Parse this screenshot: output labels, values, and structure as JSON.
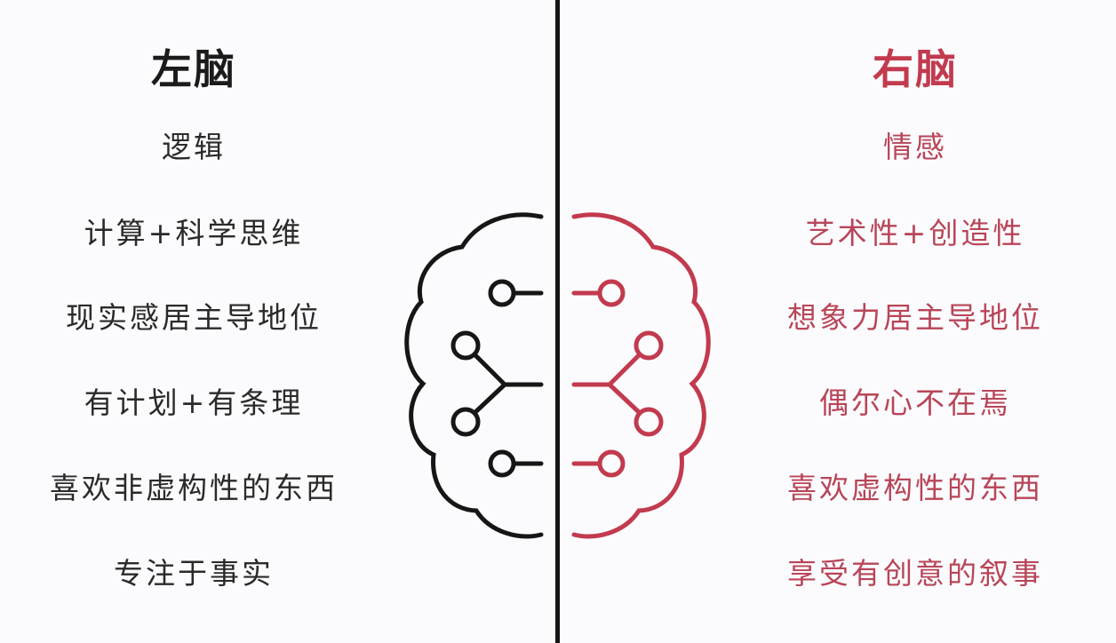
{
  "left": {
    "title": "左脑",
    "items": [
      "逻辑",
      "计算+科学思维",
      "现实感居主导地位",
      "有计划+有条理",
      "喜欢非虚构性的东西",
      "专注于事实"
    ]
  },
  "right": {
    "title": "右脑",
    "items": [
      "情感",
      "艺术性+创造性",
      "想象力居主导地位",
      "偶尔心不在焉",
      "喜欢虚构性的东西",
      "享受有创意的叙事"
    ]
  },
  "colors": {
    "left": "#1b1b1b",
    "right": "#c23a4e",
    "background": "#fbfbfd"
  },
  "icons": {
    "center": "brain-circuit-icon"
  }
}
